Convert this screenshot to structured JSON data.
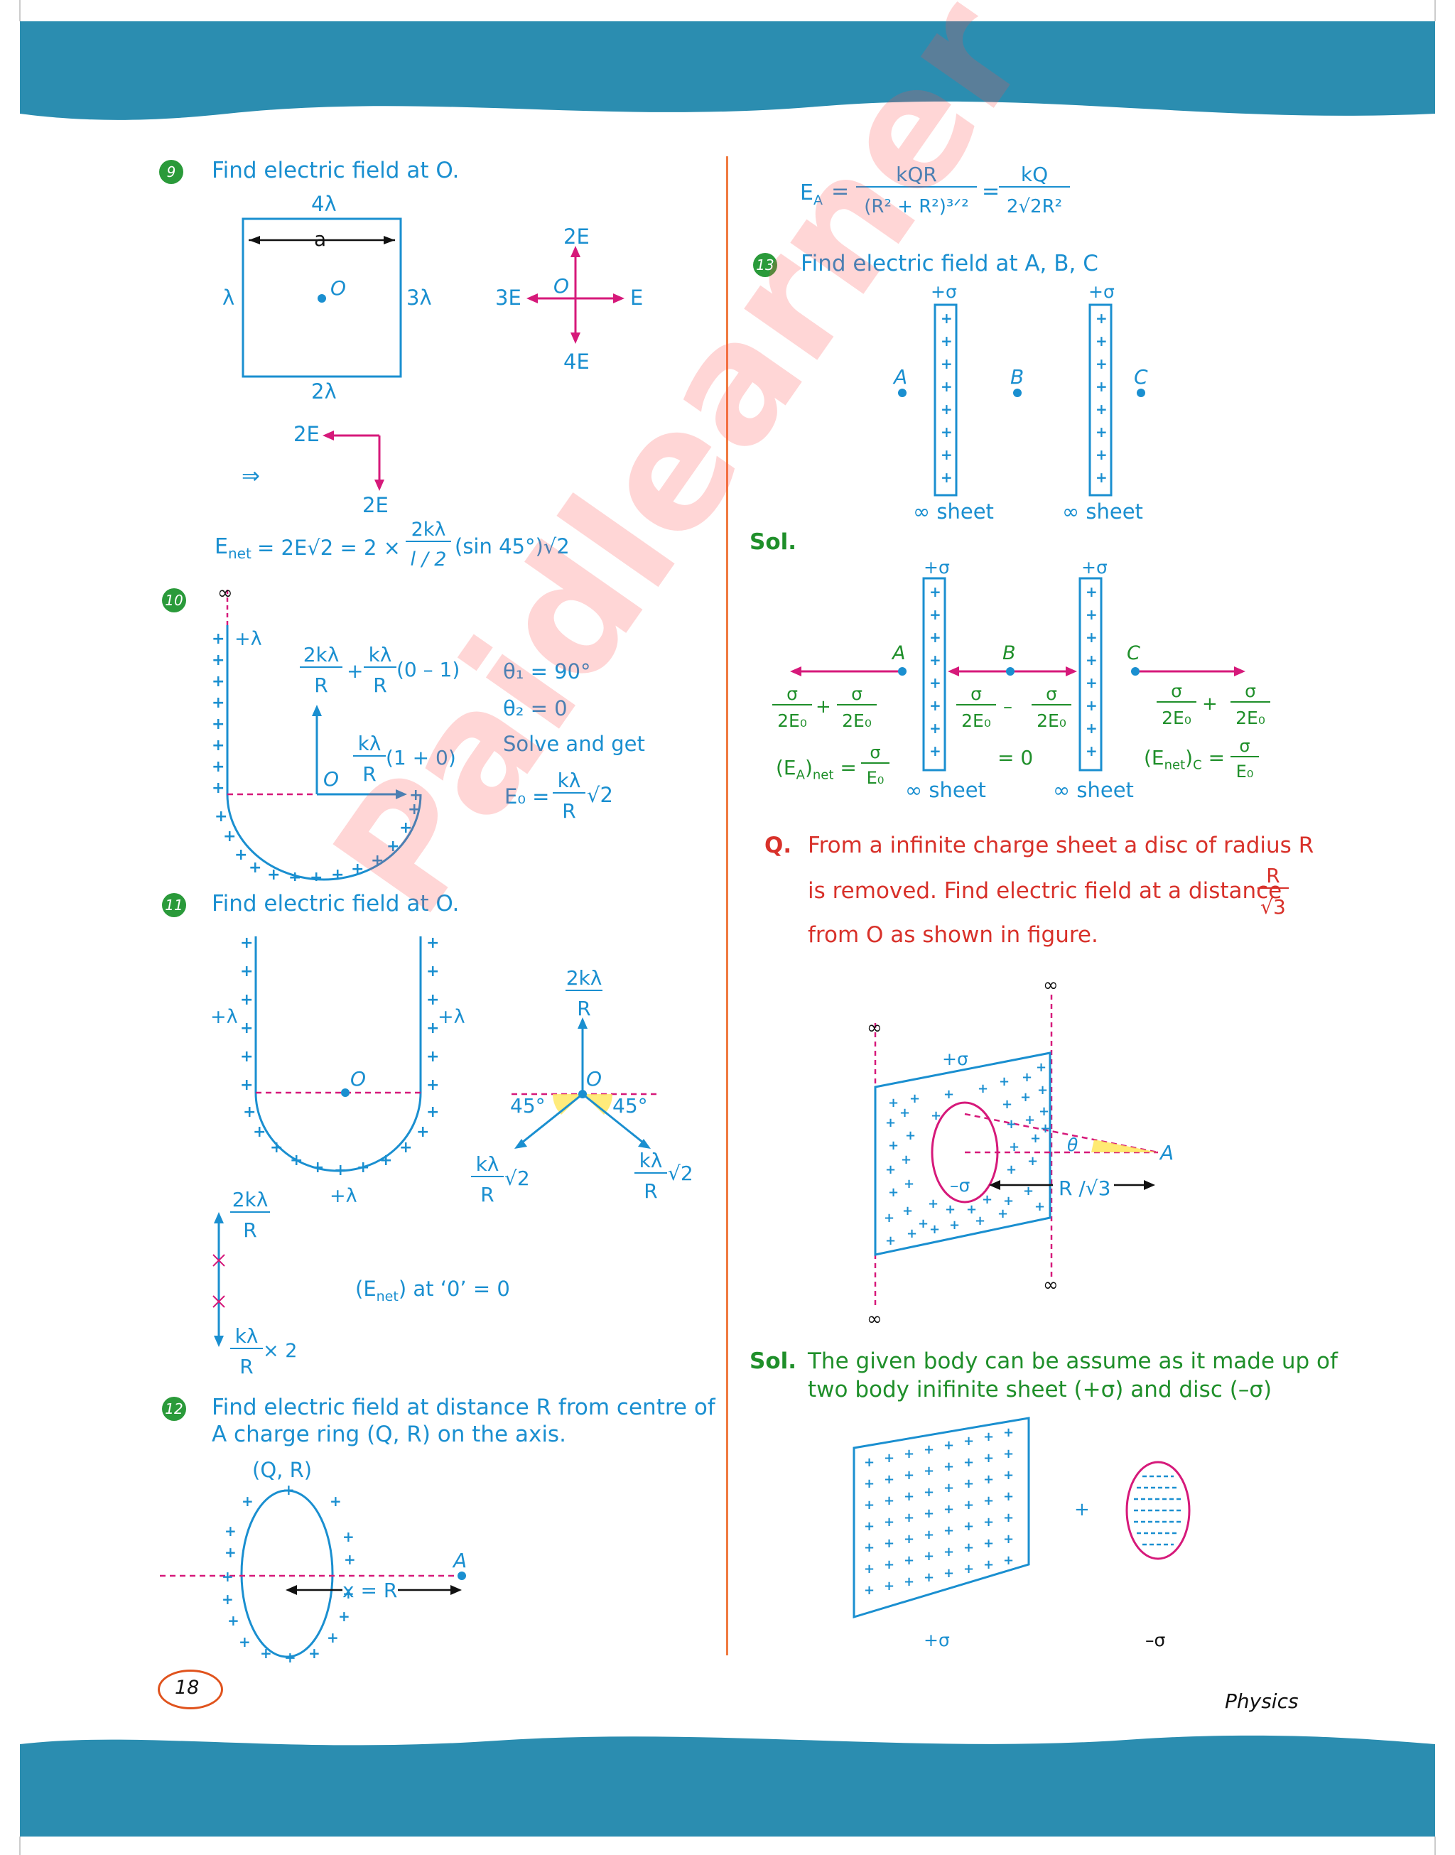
{
  "page": {
    "number": "18",
    "subject": "Physics",
    "watermark": "Paidlearner bot"
  },
  "q9": {
    "num": "9",
    "title": "Find electric field at O.",
    "top": "4λ",
    "left": "λ",
    "right": "3λ",
    "bottom": "2λ",
    "dim": "a",
    "center": "O",
    "vec_up": "2E",
    "vec_down": "4E",
    "vec_left": "3E",
    "vec_right": "E",
    "vec_o": "O",
    "res_left": "2E",
    "res_down": "2E",
    "implies": "⇒",
    "e_net": "E",
    "e_net_sub": "net",
    "eq1": "= 2E√2  = 2 ×",
    "frac_num": "2kλ",
    "frac_den": "l / 2",
    "eq_tail": "(sin 45°)√2"
  },
  "q10": {
    "num": "10",
    "inf": "∞",
    "lam": "+λ",
    "t1_num": "2kλ",
    "t1_den": "R",
    "t1_plus": "+",
    "t2_num": "kλ",
    "t2_den": "R",
    "t2_tail": "(0 – 1)",
    "t3_num": "kλ",
    "t3_den": "R",
    "t3_tail": "(1 + 0)",
    "o": "O",
    "theta1": "θ₁ = 90°",
    "theta2": "θ₂ = 0",
    "solve": "Solve and get",
    "e0": "E₀ =",
    "e0_num": "kλ",
    "e0_den": "R",
    "e0_tail": "√2"
  },
  "q11": {
    "num": "11",
    "title": "Find electric field at O.",
    "lam_left": "+λ",
    "lam_right": "+λ",
    "lam_bottom": "+λ",
    "o": "O",
    "up_num": "2kλ",
    "up_den": "R",
    "angle_l": "45°",
    "angle_r": "45°",
    "o2": "O",
    "dl_num": "kλ",
    "dl_den": "R",
    "dl_tail": "√2",
    "dr_num": "kλ",
    "dr_den": "R",
    "dr_tail": "√2",
    "v_up_num": "2kλ",
    "v_up_den": "R",
    "v_down_num": "kλ",
    "v_down_den": "R",
    "v_down_tail": "× 2",
    "result": "(E",
    "result_sub": "net",
    "result_tail": ") at ‘0’ = 0"
  },
  "q12": {
    "num": "12",
    "title1": "Find electric field at distance R from centre of",
    "title2": "A charge ring (Q, R) on the axis.",
    "ring": "(Q, R)",
    "a": "A",
    "dist": "x = R"
  },
  "ea": {
    "lhs": "E",
    "lhs_sub": "A",
    "eq": "=",
    "n1": "kQR",
    "d1": "(R² + R²)³ᐟ²",
    "eq2": "=",
    "n2": "kQ",
    "d2": "2√2R²"
  },
  "q13": {
    "num": "13",
    "title": "Find electric field at A, B, C",
    "sigma1": "+σ",
    "sigma2": "+σ",
    "a": "A",
    "b": "B",
    "c": "C",
    "sheet1": "∞ sheet",
    "sheet2": "∞ sheet",
    "sol": "Sol.",
    "s_sigma1": "+σ",
    "s_sigma2": "+σ",
    "s_a": "A",
    "s_b": "B",
    "s_c": "C",
    "fa1": "σ",
    "fa1d": "2E₀",
    "fa_plus": "+",
    "fa2": "σ",
    "fa2d": "2E₀",
    "fb1": "σ",
    "fb1d": "2E₀",
    "fb_minus": "–",
    "fb2": "σ",
    "fb2d": "2E₀",
    "fb_eq": "= 0",
    "fc1": "σ",
    "fc1d": "2E₀",
    "fc_plus": "+",
    "fc2": "σ",
    "fc2d": "2E₀",
    "ea_lhs": "(E",
    "ea_sub": "A",
    "ea_tail": ")",
    "ea_net": "net",
    "ea_eq": "=",
    "ea_num": "σ",
    "ea_den": "E₀",
    "ec_lhs": "(E",
    "ec_sub": "net",
    "ec_tail": ")",
    "ec_c": "C",
    "ec_eq": "=",
    "ec_num": "σ",
    "ec_den": "E₀",
    "s_sheet1": "∞ sheet",
    "s_sheet2": "∞ sheet"
  },
  "qdisc": {
    "q": "Q.",
    "line1": "From a infinite charge sheet a disc of radius R",
    "line2": "is removed. Find electric field at a distance",
    "frac_num": "R",
    "frac_den": "√3",
    "line3": "from O as shown in figure.",
    "inf_tl": "∞",
    "inf_tr": "∞",
    "inf_bl": "∞",
    "inf_br": "∞",
    "sigma": "+σ",
    "neg": "–σ",
    "theta": "θ",
    "a": "A",
    "dist": "R /√3"
  },
  "sol2": {
    "sol": "Sol.",
    "line1": "The given body can be assume as it made up of",
    "line2": "two body inifinite sheet (+σ) and disc (–σ)",
    "plus": "+",
    "lbl1": "+σ",
    "lbl2": "–σ"
  }
}
